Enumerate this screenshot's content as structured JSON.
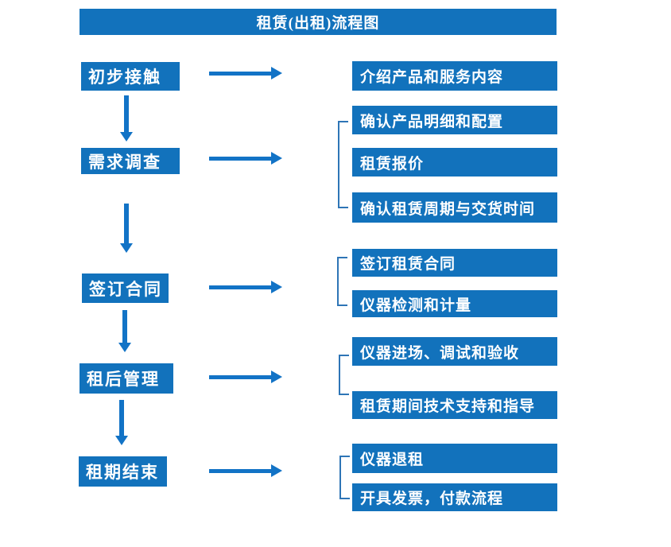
{
  "title": "租赁(出租)流程图",
  "colors": {
    "box_blue": "#1272BC",
    "arrow_blue": "#1273C6",
    "bracket_blue": "#2E75B6",
    "text_white": "#FFFFFF",
    "background": "#FFFFFF"
  },
  "steps": [
    {
      "label": "初步接触",
      "details": [
        "介绍产品和服务内容"
      ]
    },
    {
      "label": "需求调查",
      "details": [
        "确认产品明细和配置",
        "租赁报价",
        "确认租赁周期与交货时间"
      ]
    },
    {
      "label": "签订合同",
      "details": [
        "签订租赁合同",
        "仪器检测和计量"
      ]
    },
    {
      "label": "租后管理",
      "details": [
        "仪器进场、调试和验收",
        "租赁期间技术支持和指导"
      ]
    },
    {
      "label": "租期结束",
      "details": [
        "仪器退租",
        "开具发票，付款流程"
      ]
    }
  ]
}
